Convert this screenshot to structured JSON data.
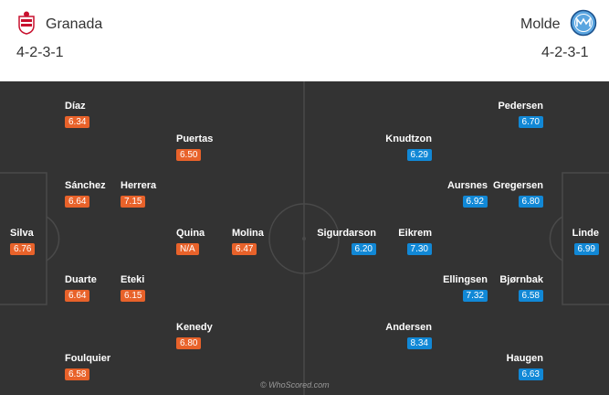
{
  "colors": {
    "home_rating": "#e8622a",
    "away_rating": "#1188d6",
    "pitch": "#333333",
    "lines": "#4a4a4a"
  },
  "home": {
    "name": "Granada",
    "formation": "4-2-3-1",
    "crest_icon": "granada-crest-icon"
  },
  "away": {
    "name": "Molde",
    "formation": "4-2-3-1",
    "crest_icon": "molde-crest-icon"
  },
  "home_players": [
    {
      "name": "Silva",
      "rating": "6.76"
    },
    {
      "name": "Díaz",
      "rating": "6.34"
    },
    {
      "name": "Sánchez",
      "rating": "6.64"
    },
    {
      "name": "Duarte",
      "rating": "6.64"
    },
    {
      "name": "Foulquier",
      "rating": "6.58"
    },
    {
      "name": "Herrera",
      "rating": "7.15"
    },
    {
      "name": "Eteki",
      "rating": "6.15"
    },
    {
      "name": "Puertas",
      "rating": "6.50"
    },
    {
      "name": "Quina",
      "rating": "N/A"
    },
    {
      "name": "Kenedy",
      "rating": "6.80"
    },
    {
      "name": "Molina",
      "rating": "6.47"
    }
  ],
  "away_players": [
    {
      "name": "Linde",
      "rating": "6.99"
    },
    {
      "name": "Pedersen",
      "rating": "6.70"
    },
    {
      "name": "Gregersen",
      "rating": "6.80"
    },
    {
      "name": "Bjørnbak",
      "rating": "6.58"
    },
    {
      "name": "Haugen",
      "rating": "6.63"
    },
    {
      "name": "Aursnes",
      "rating": "6.92"
    },
    {
      "name": "Ellingsen",
      "rating": "7.32"
    },
    {
      "name": "Knudtzon",
      "rating": "6.29"
    },
    {
      "name": "Eikrem",
      "rating": "7.30"
    },
    {
      "name": "Andersen",
      "rating": "8.34"
    },
    {
      "name": "Sigurdarson",
      "rating": "6.20"
    }
  ],
  "watermark": "© WhoScored.com"
}
